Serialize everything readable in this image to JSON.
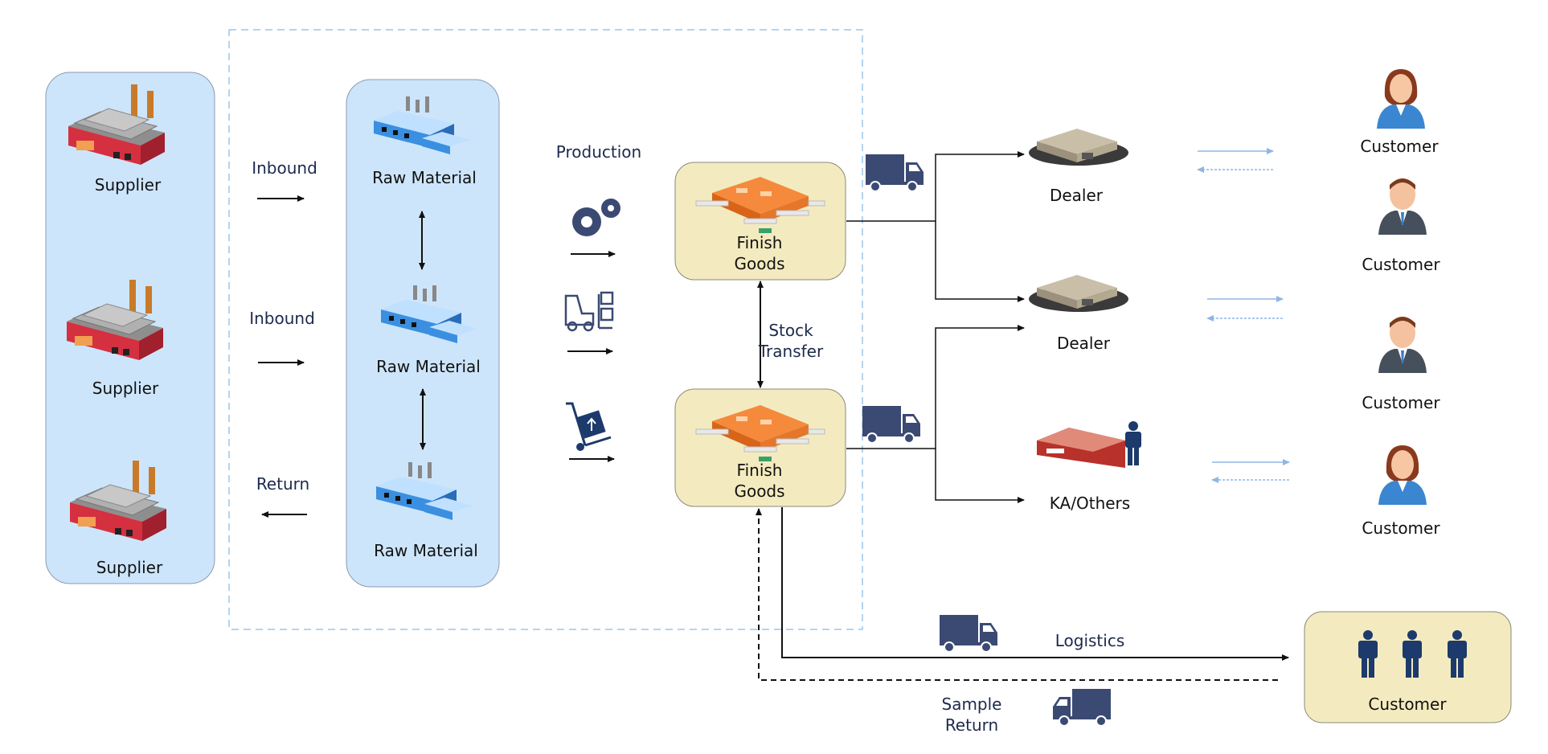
{
  "suppliers": [
    "Supplier",
    "Supplier",
    "Supplier"
  ],
  "inbound_labels": [
    "Inbound",
    "Inbound"
  ],
  "return_label": "Return",
  "raw_materials": [
    "Raw Material",
    "Raw Material",
    "Raw Material"
  ],
  "production_label": "Production",
  "finish_goods": [
    {
      "line1": "Finish",
      "line2": "Goods"
    },
    {
      "line1": "Finish",
      "line2": "Goods"
    }
  ],
  "stock_transfer": {
    "line1": "Stock",
    "line2": "Transfer"
  },
  "dealers": [
    "Dealer",
    "Dealer"
  ],
  "ka_others": "KA/Others",
  "customers": [
    "Customer",
    "Customer",
    "Customer",
    "Customer"
  ],
  "customer_group": "Customer",
  "logistics_label": "Logistics",
  "sample_return": {
    "line1": "Sample",
    "line2": "Return"
  },
  "colors": {
    "panel_blue": "#cde5fb",
    "panel_yellow": "#f3ebbf",
    "dashed_border": "#9cc5e8",
    "navy": "#3b4a73",
    "arrow": "#111111",
    "light_arrow": "#8fb6e6",
    "factory_red": "#c9283a",
    "factory_orange": "#f07a2d",
    "building_blue": "#4a9be6"
  },
  "icons": [
    "factory-icon",
    "warehouse-icon",
    "gears-icon",
    "forklift-icon",
    "hand-truck-icon",
    "truck-icon",
    "dealer-warehouse-icon",
    "store-icon",
    "person-icon"
  ]
}
